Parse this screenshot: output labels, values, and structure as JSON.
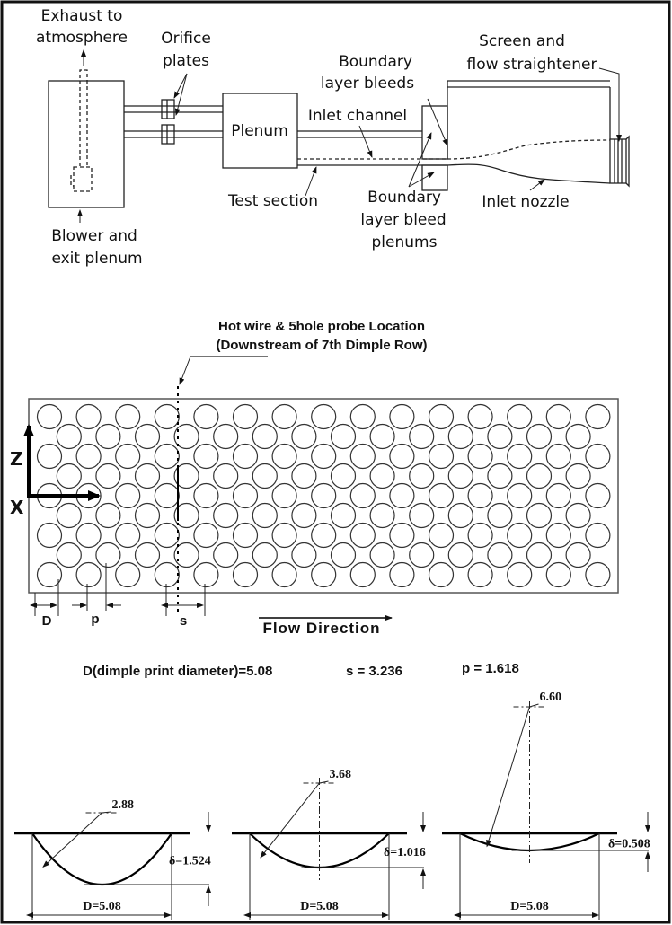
{
  "facility_schematic": {
    "labels": {
      "exhaust": [
        "Exhaust to",
        "atmosphere"
      ],
      "orifice": [
        "Orifice",
        "plates"
      ],
      "plenum": "Plenum",
      "blower": [
        "Blower and",
        "exit plenum"
      ],
      "test_section": "Test section",
      "bl_bleeds": [
        "Boundary",
        "layer bleeds"
      ],
      "inlet_channel": "Inlet channel",
      "screen": [
        "Screen and",
        "flow straightener"
      ],
      "bl_bleed_plenums": [
        "Boundary",
        "layer bleed",
        "plenums"
      ],
      "inlet_nozzle": "Inlet nozzle"
    }
  },
  "dimple_array": {
    "probe_label": [
      "Hot wire & 5hole probe Location",
      "(Downstream of 7th Dimple Row)"
    ],
    "axis_z": "Z",
    "axis_x": "X",
    "rows": 9,
    "odd_row_count": 15,
    "even_row_count": 14,
    "dim_D": "D",
    "dim_p": "p",
    "dim_s": "s",
    "flow_label": "Flow Direction"
  },
  "parameters": {
    "D": "D(dimple print diameter)=5.08",
    "s": "s = 3.236",
    "p": "p = 1.618"
  },
  "profiles": [
    {
      "radius": "2.88",
      "delta": "δ=1.524",
      "diameter": "D=5.08",
      "depth_ratio": 0.3
    },
    {
      "radius": "3.68",
      "delta": "δ=1.016",
      "diameter": "D=5.08",
      "depth_ratio": 0.2
    },
    {
      "radius": "6.60",
      "delta": "δ=0.508",
      "diameter": "D=5.08",
      "depth_ratio": 0.1
    }
  ]
}
